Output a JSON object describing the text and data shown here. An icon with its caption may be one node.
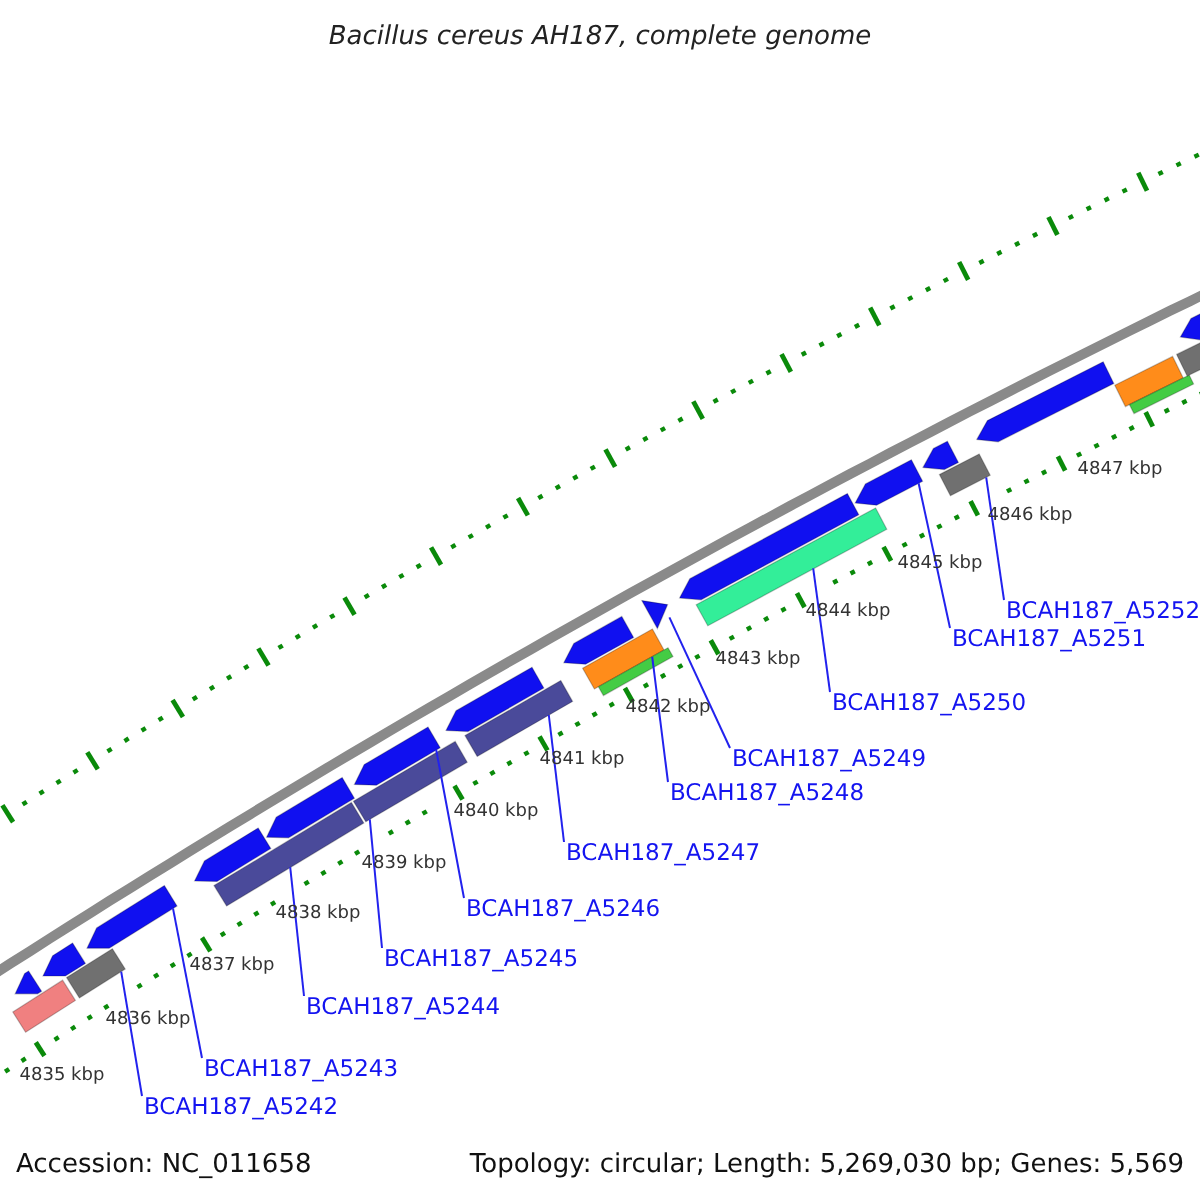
{
  "diagram": {
    "title": "Bacillus cereus AH187, complete genome",
    "nodes": [
      {
        "text": [
          "BCAH187_A5242"
        ]
      },
      {
        "text": [
          "BCAH187_A5243"
        ]
      },
      {
        "text": [
          "BCAH187_A5244"
        ]
      },
      {
        "text": [
          "BCAH187_A5245"
        ]
      },
      {
        "text": [
          "BCAH187_A5246"
        ]
      },
      {
        "text": [
          "BCAH187_A5247"
        ]
      },
      {
        "text": [
          "BCAH187_A5248"
        ]
      },
      {
        "text": [
          "BCAH187_A5249"
        ]
      },
      {
        "text": [
          "BCAH187_A5250"
        ]
      },
      {
        "text": [
          "BCAH187_A5251"
        ]
      },
      {
        "text": [
          "BCAH187_A5252"
        ]
      },
      {
        "text": [],
        "shape": "box"
      },
      {
        "text": [],
        "shape": "arrow"
      },
      {
        "text": [],
        "shape": "arrow"
      },
      {
        "text": [],
        "shape": "box"
      },
      {
        "text": [],
        "shape": "arrow"
      },
      {
        "text": [],
        "shape": "arrow"
      },
      {
        "text": [],
        "shape": "box"
      },
      {
        "text": [],
        "shape": "arrow"
      },
      {
        "text": [],
        "shape": "box"
      },
      {
        "text": [],
        "shape": "arrow"
      },
      {
        "text": [],
        "shape": "arrow"
      },
      {
        "text": [],
        "shape": "box"
      },
      {
        "text": [],
        "shape": "arrow"
      },
      {
        "text": [],
        "shape": "box"
      },
      {
        "text": [],
        "shape": "box"
      },
      {
        "text": [],
        "shape": "triangle"
      },
      {
        "text": [],
        "shape": "arrow"
      },
      {
        "text": [],
        "shape": "box"
      },
      {
        "text": [],
        "shape": "arrow"
      },
      {
        "text": [],
        "shape": "arrow"
      },
      {
        "text": [],
        "shape": "box"
      },
      {
        "text": [],
        "shape": "arrow"
      },
      {
        "text": [],
        "shape": "box"
      },
      {
        "text": [],
        "shape": "box"
      },
      {
        "text": [],
        "shape": "arrow"
      },
      {
        "text": [],
        "shape": "box"
      }
    ],
    "edges": [
      {
        "from": 0,
        "to": 14,
        "arrow": "none"
      },
      {
        "from": 1,
        "to": 15,
        "arrow": "none"
      },
      {
        "from": 2,
        "to": 17,
        "arrow": "none"
      },
      {
        "from": 3,
        "to": 19,
        "arrow": "none"
      },
      {
        "from": 4,
        "to": 20,
        "arrow": "none"
      },
      {
        "from": 5,
        "to": 22,
        "arrow": "none"
      },
      {
        "from": 6,
        "to": 24,
        "arrow": "none"
      },
      {
        "from": 7,
        "to": 26,
        "arrow": "none"
      },
      {
        "from": 8,
        "to": 28,
        "arrow": "none"
      },
      {
        "from": 9,
        "to": 29,
        "arrow": "none"
      },
      {
        "from": 10,
        "to": 31,
        "arrow": "none"
      }
    ],
    "labels": [
      "4835 kbp",
      "4836 kbp",
      "4837 kbp",
      "4838 kbp",
      "4839 kbp",
      "4840 kbp",
      "4841 kbp",
      "4842 kbp",
      "4843 kbp",
      "4844 kbp",
      "4845 kbp",
      "4846 kbp",
      "4847 kbp",
      "Accession: NC_011658",
      "Topology: circular; Length: 5,269,030 bp; Genes: 5,569"
    ]
  }
}
